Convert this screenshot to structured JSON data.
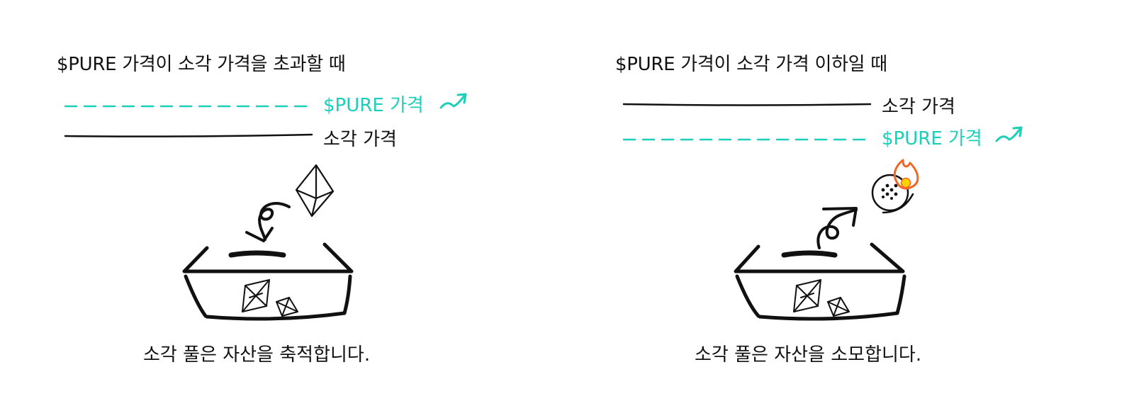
{
  "colors": {
    "accent": "#1ccfb8",
    "ink": "#111111",
    "flame": "#f26522",
    "flame_core": "#ffd200"
  },
  "left": {
    "heading": "$PURE 가격이 소각 가격을 초과할 때",
    "pure_price_label": "$PURE 가격",
    "burn_price_label": "소각 가격",
    "caption": "소각 풀은 자산을 축적합니다.",
    "icons": [
      "trend-up-icon",
      "eth-diamond-icon",
      "arrow-into-box-icon",
      "burn-pool-box-icon"
    ]
  },
  "right": {
    "heading": "$PURE 가격이 소각 가격 이하일 때",
    "burn_price_label": "소각 가격",
    "pure_price_label": "$PURE 가격",
    "caption": "소각 풀은 자산을 소모합니다.",
    "icons": [
      "trend-up-icon",
      "burning-coin-icon",
      "arrow-out-of-box-icon",
      "burn-pool-box-icon"
    ]
  }
}
